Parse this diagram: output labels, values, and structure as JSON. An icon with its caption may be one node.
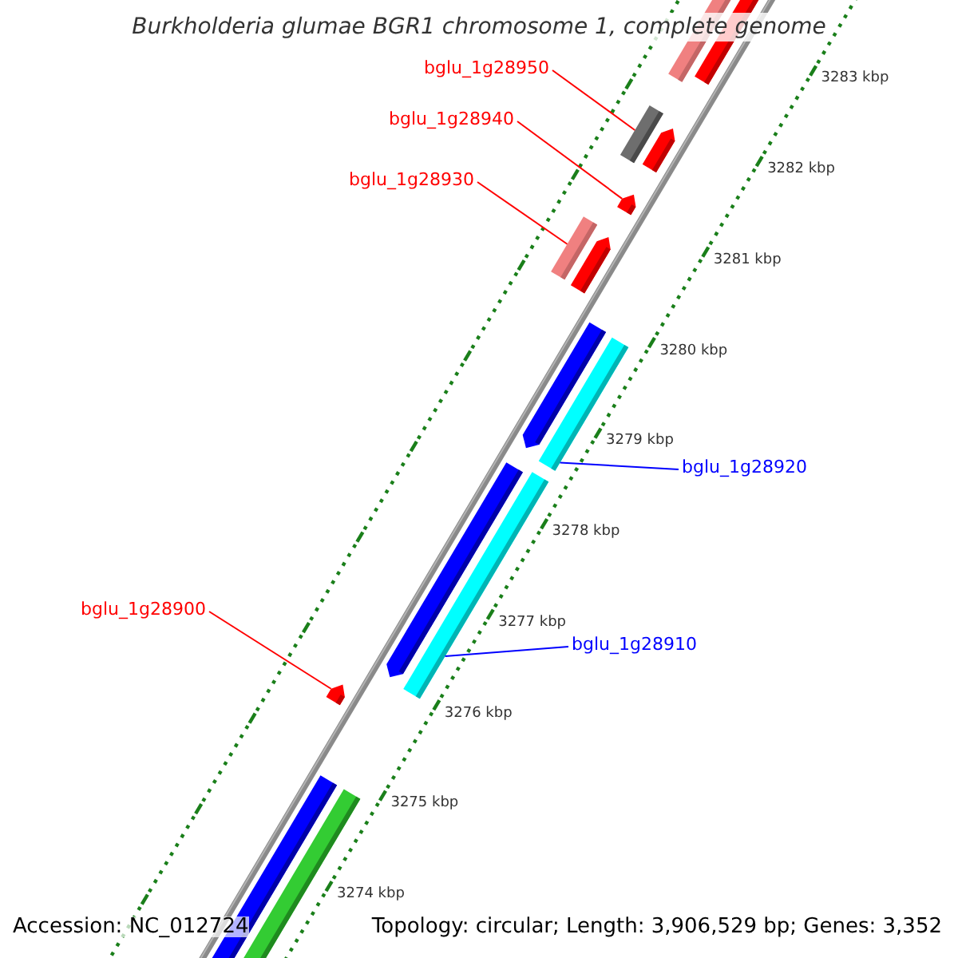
{
  "diagram": {
    "title": "Burkholderia glumae BGR1 chromosome 1, complete genome",
    "nodes": [
      {
        "text": [
          "bglu_1g28950"
        ]
      },
      {
        "text": [
          "bglu_1g28940"
        ]
      },
      {
        "text": [
          "bglu_1g28930"
        ]
      },
      {
        "text": [
          "bglu_1g28920"
        ]
      },
      {
        "text": [
          "bglu_1g28910"
        ]
      },
      {
        "text": [
          "bglu_1g28900"
        ]
      },
      {
        "text": [],
        "shape": "bar"
      },
      {
        "text": [],
        "shape": "bar"
      },
      {
        "text": [],
        "shape": "bar"
      },
      {
        "text": [],
        "shape": "bar"
      },
      {
        "text": [],
        "shape": "bar"
      },
      {
        "text": [],
        "shape": "bar"
      }
    ],
    "edges": [
      {
        "from": 0,
        "to": 6,
        "arrow": "none"
      },
      {
        "from": 1,
        "to": 7,
        "arrow": "none"
      },
      {
        "from": 2,
        "to": 8,
        "arrow": "none"
      },
      {
        "from": 3,
        "to": 9,
        "arrow": "none",
        "color": "#0000ff"
      },
      {
        "from": 4,
        "to": 10,
        "arrow": "none",
        "color": "#0000ff"
      },
      {
        "from": 5,
        "to": 11,
        "arrow": "none"
      }
    ],
    "labels": [
      "3283 kbp",
      "3282 kbp",
      "3281 kbp",
      "3280 kbp",
      "3279 kbp",
      "3278 kbp",
      "3277 kbp",
      "3276 kbp",
      "3275 kbp",
      "3274 kbp",
      "Accession: NC_012724",
      "Topology: circular; Length: 3,906,529 bp; Genes: 3,352"
    ]
  }
}
